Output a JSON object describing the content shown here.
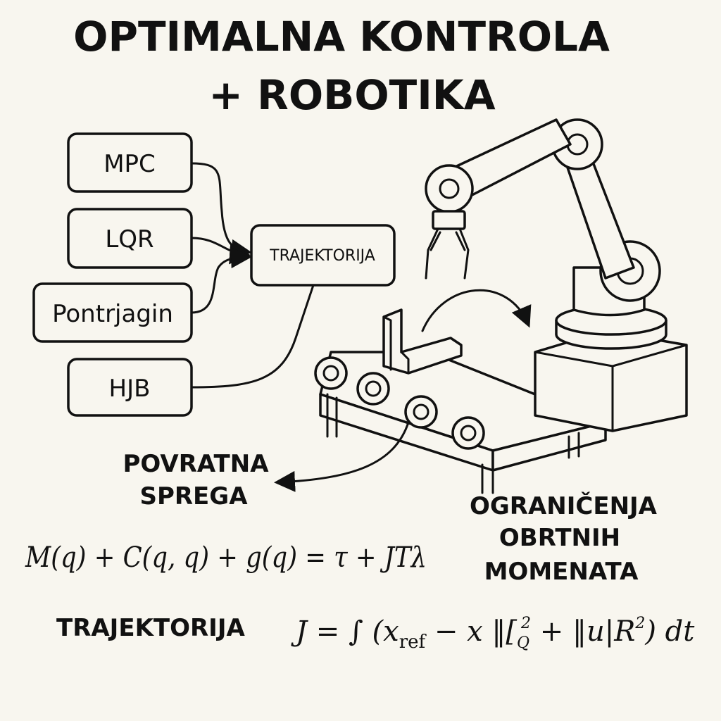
{
  "title": {
    "line1": "OPTIMALNA KONTROLA",
    "line2": "+ ROBOTIKA"
  },
  "methods": [
    {
      "label": "MPC"
    },
    {
      "label": "LQR"
    },
    {
      "label": "Pontrjagin"
    },
    {
      "label": "HJB"
    }
  ],
  "trajectory_box": {
    "label": "TRAJEKTORIJA"
  },
  "feedback": {
    "line1": "POVRATNA",
    "line2": "SPREGA"
  },
  "torque_limits": {
    "line1": "OGRANIČENJA",
    "line2": "OBRTNIH",
    "line3": "MOMENATA"
  },
  "equations": {
    "dynamics": "M(q) + C(q, q) + g(q) = τ + JTλ",
    "cost_label": "TRAJEKTORIJA",
    "cost_lhs": "J = ∫ (x",
    "cost_sub": "ref",
    "cost_mid": " − x ‖[",
    "cost_q_sub": "Q",
    "cost_q_sup": "2",
    "cost_rest": " + ‖u|R",
    "cost_r_sup": "2",
    "cost_end": ") dt"
  },
  "colors": {
    "background": "#f8f6ef",
    "ink": "#111111"
  }
}
